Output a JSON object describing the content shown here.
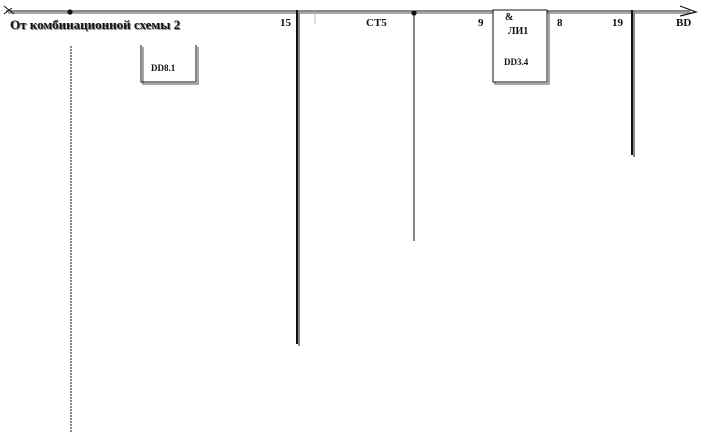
{
  "labels": {
    "source": "От комбинационной схемы 2",
    "pin_15": "15",
    "counter": "CT5",
    "pin_9": "9",
    "and_sign": "&",
    "and_label": "ЛИ1",
    "pin_8": "8",
    "pin_19": "19",
    "bd": "BD",
    "dd8": "DD8.1",
    "dd3": "DD3.4"
  },
  "colors": {
    "line": "#111111",
    "shadow": "#8a8a8a"
  }
}
